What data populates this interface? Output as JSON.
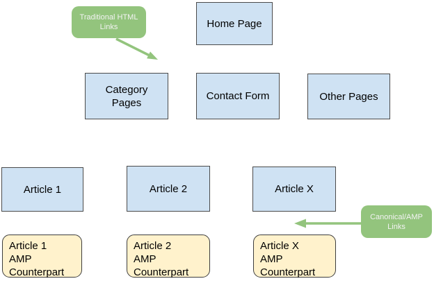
{
  "diagram": {
    "title": "AMP site structure diagram",
    "colors": {
      "background": "#ffffff",
      "page_fill": "#cfe2f3",
      "page_border": "#4a4a4a",
      "amp_fill": "#fff2cc",
      "amp_border": "#3d3d3d",
      "callout_fill": "#93c47d",
      "callout_text": "#f3f3f3",
      "arrow": "#93c47d",
      "text": "#000000"
    },
    "nodes": {
      "home": {
        "label": "Home Page"
      },
      "category": {
        "label": "Category\nPages"
      },
      "contact": {
        "label": "Contact Form"
      },
      "other": {
        "label": "Other Pages"
      },
      "article1": {
        "label": "Article 1"
      },
      "article2": {
        "label": "Article 2"
      },
      "articleX": {
        "label": "Article X"
      },
      "amp1": {
        "label": "Article 1\nAMP\nCounterpart"
      },
      "amp2": {
        "label": "Article 2\nAMP\nCounterpart"
      },
      "ampX": {
        "label": "Article X\nAMP\nCounterpart"
      }
    },
    "callouts": {
      "traditional": {
        "label": "Traditional HTML\nLinks"
      },
      "canonical": {
        "label": "Canonical/AMP\nLinks"
      }
    }
  }
}
